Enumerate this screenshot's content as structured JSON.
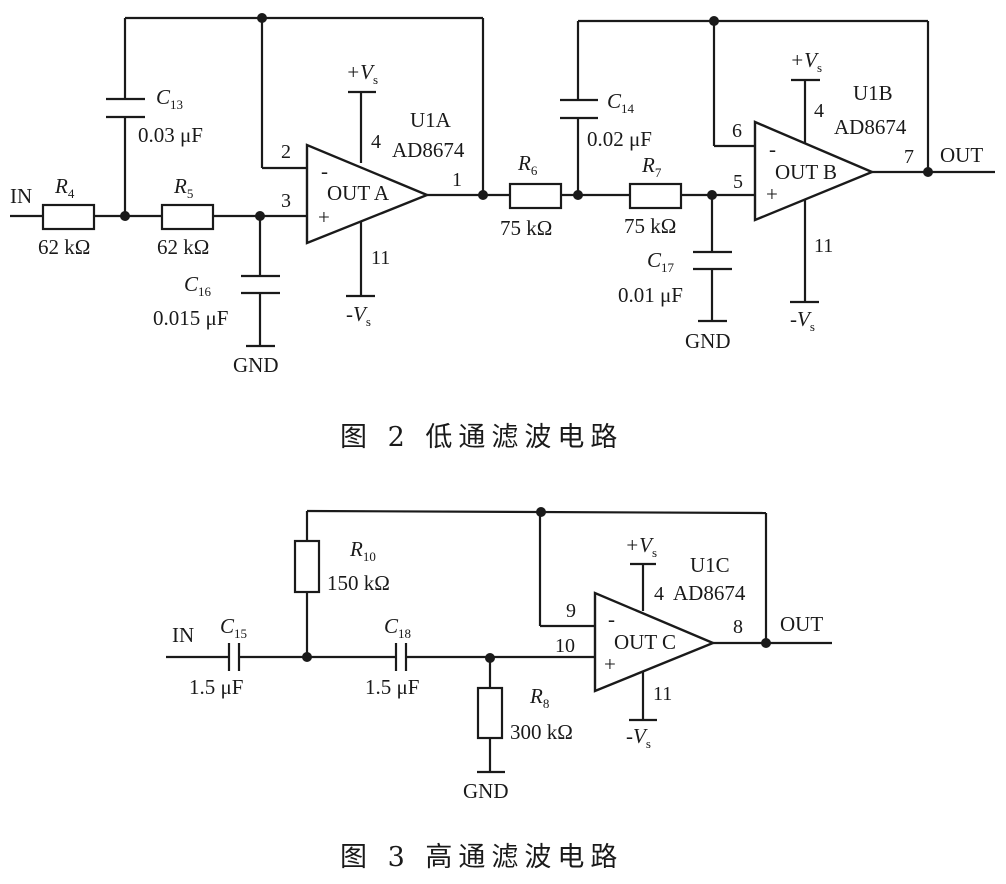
{
  "figure2": {
    "caption": "图 2   低通滤波电路",
    "labels": {
      "in": "IN",
      "out": "OUT",
      "gnd": "GND",
      "plus_vs": "+V",
      "minus_vs": "-V",
      "vs_sub": "s",
      "minus_sign": "-",
      "plus_sign": "+"
    },
    "components": {
      "R4": {
        "name": "R",
        "sub": "4",
        "value": "62 kΩ"
      },
      "R5": {
        "name": "R",
        "sub": "5",
        "value": "62 kΩ"
      },
      "C13": {
        "name": "C",
        "sub": "13",
        "value": "0.03 μF"
      },
      "C16": {
        "name": "C",
        "sub": "16",
        "value": "0.015 μF"
      },
      "R6": {
        "name": "R",
        "sub": "6",
        "value": "75 kΩ"
      },
      "R7": {
        "name": "R",
        "sub": "7",
        "value": "75 kΩ"
      },
      "C14": {
        "name": "C",
        "sub": "14",
        "value": "0.02 μF"
      },
      "C17": {
        "name": "C",
        "sub": "17",
        "value": "0.01 μF"
      }
    },
    "opamps": {
      "U1A": {
        "ref": "U1A",
        "part": "AD8674",
        "output_label": "OUT A",
        "pin_inv": "2",
        "pin_noninv": "3",
        "pin_out": "1",
        "pin_vpos": "4",
        "pin_vneg": "11"
      },
      "U1B": {
        "ref": "U1B",
        "part": "AD8674",
        "output_label": "OUT B",
        "pin_inv": "6",
        "pin_noninv": "5",
        "pin_out": "7",
        "pin_vpos": "4",
        "pin_vneg": "11"
      }
    }
  },
  "figure3": {
    "caption": "图 3   高通滤波电路",
    "labels": {
      "in": "IN",
      "out": "OUT",
      "gnd": "GND",
      "plus_vs": "+V",
      "minus_vs": "-V",
      "vs_sub": "s",
      "minus_sign": "-",
      "plus_sign": "+"
    },
    "components": {
      "C15": {
        "name": "C",
        "sub": "15",
        "value": "1.5 μF"
      },
      "C18": {
        "name": "C",
        "sub": "18",
        "value": "1.5 μF"
      },
      "R10": {
        "name": "R",
        "sub": "10",
        "value": "150 kΩ"
      },
      "R8": {
        "name": "R",
        "sub": "8",
        "value": "300 kΩ"
      }
    },
    "opamps": {
      "U1C": {
        "ref": "U1C",
        "part": "AD8674",
        "output_label": "OUT C",
        "pin_inv": "9",
        "pin_noninv": "10",
        "pin_out": "8",
        "pin_vpos": "4",
        "pin_vneg": "11"
      }
    }
  }
}
